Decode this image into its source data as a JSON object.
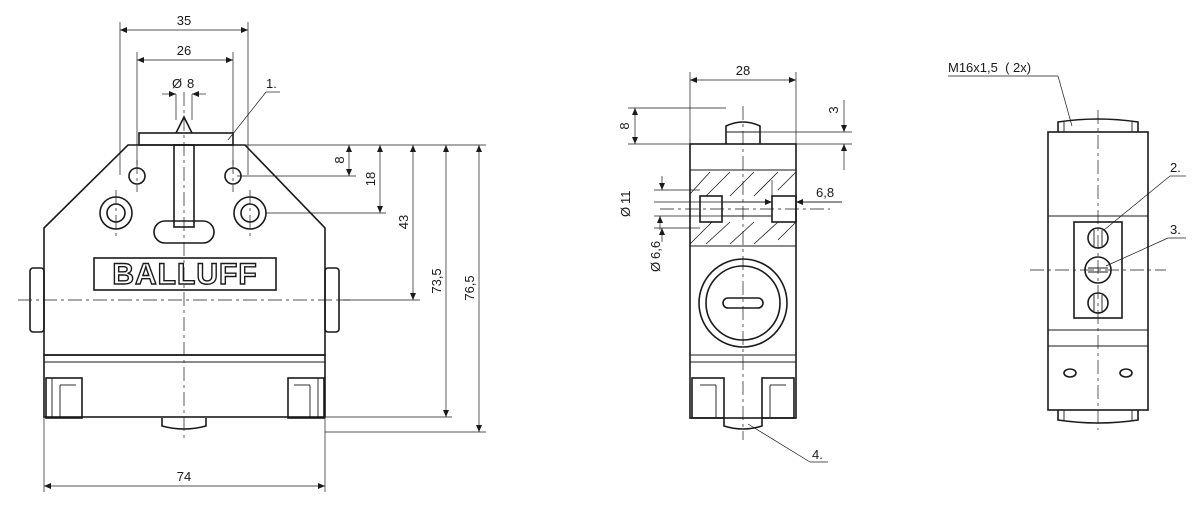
{
  "front_view": {
    "dims": {
      "w35": "35",
      "w26": "26",
      "dia8": "8",
      "h8": "8",
      "h18": "18",
      "h43": "43",
      "h73_5": "73,5",
      "h76_5": "76,5",
      "w74": "74"
    },
    "logo": "BALLUFF",
    "callout_1": "1."
  },
  "side_view": {
    "dims": {
      "w28": "28",
      "h8": "8",
      "h3": "3",
      "dia11": "11",
      "dia6_6": "6,6",
      "w6_8": "6,8"
    },
    "callout_4": "4."
  },
  "rear_view": {
    "thread_label": "M16x1,5  ( 2x)",
    "callout_2": "2.",
    "callout_3": "3."
  },
  "symbols": {
    "diameter": "Ø"
  },
  "colors": {
    "line": "#1a1a1a",
    "background": "#ffffff"
  }
}
